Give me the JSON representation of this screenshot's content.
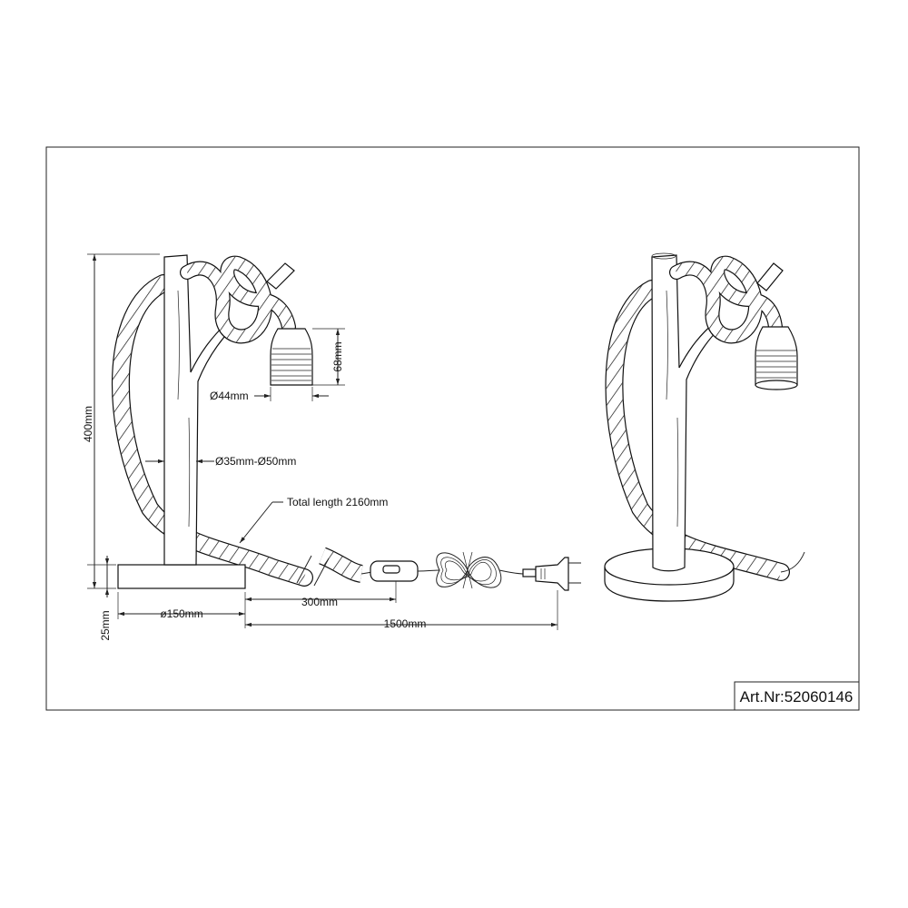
{
  "article": {
    "number_label": "Art.Nr:52060146"
  },
  "dimensions": {
    "height_total": "400mm",
    "base_height": "25mm",
    "base_diameter": "ø150mm",
    "socket_diameter": "Ø44mm",
    "socket_height": "68mm",
    "trunk_diameter": "Ø35mm-Ø50mm",
    "cable_total_length": "Total length 2160mm",
    "switch_distance": "300mm",
    "cable_length": "1500mm"
  }
}
